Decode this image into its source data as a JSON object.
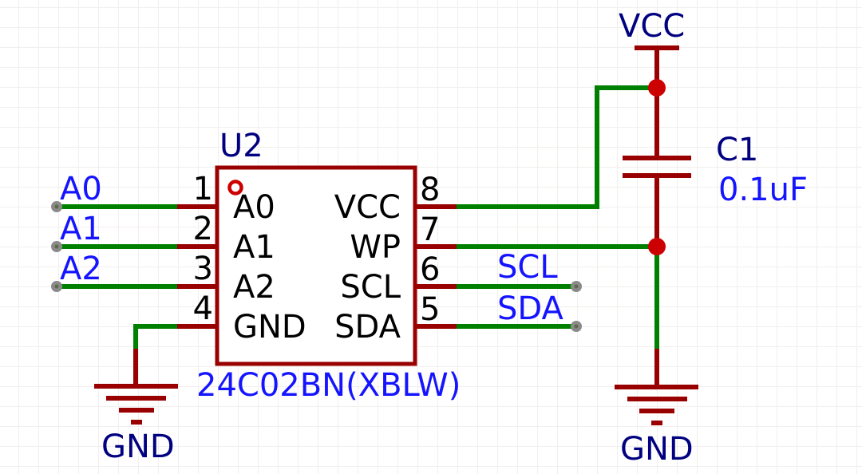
{
  "canvas": {
    "background": "#ffffff",
    "grid_color": "#f2efed"
  },
  "colors": {
    "wire_green": "#008000",
    "component_red": "#990000",
    "junction_red": "#cc0000",
    "net_label_blue": "#1414ff",
    "designator_navy": "#000080",
    "pin_text_black": "#000000",
    "endpoint_gray": "#8a8a8a"
  },
  "ic": {
    "designator": "U2",
    "value": "24C02BN(XBLW)",
    "pins_left": [
      {
        "number": "1",
        "name": "A0"
      },
      {
        "number": "2",
        "name": "A1"
      },
      {
        "number": "3",
        "name": "A2"
      },
      {
        "number": "4",
        "name": "GND"
      }
    ],
    "pins_right": [
      {
        "number": "8",
        "name": "VCC"
      },
      {
        "number": "7",
        "name": "WP"
      },
      {
        "number": "6",
        "name": "SCL"
      },
      {
        "number": "5",
        "name": "SDA"
      }
    ]
  },
  "capacitor": {
    "designator": "C1",
    "value": "0.1uF"
  },
  "net_labels": {
    "a0": "A0",
    "a1": "A1",
    "a2": "A2",
    "scl": "SCL",
    "sda": "SDA"
  },
  "power": {
    "vcc": "VCC",
    "gnd_left": "GND",
    "gnd_right": "GND"
  }
}
